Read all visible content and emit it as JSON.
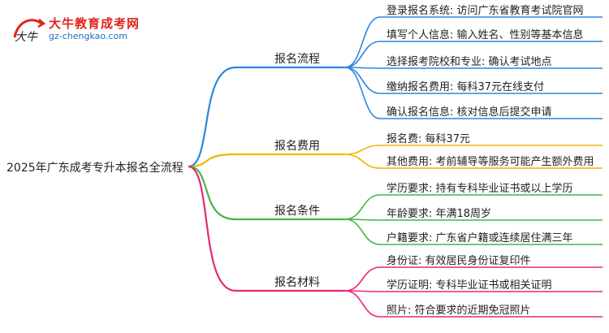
{
  "logo": {
    "title": "大牛教育成考网",
    "url": "gz-chengkao.com",
    "mark_text": "大牛"
  },
  "root": "2025年广东成考专升本报名全流程",
  "branches": [
    {
      "label": "报名流程",
      "color": "#2e86de",
      "leaves": [
        "登录报名系统: 访问广东省教育考试院官网",
        "填写个人信息: 输入姓名、性别等基本信息",
        "选择报考院校和专业: 确认考试地点",
        "缴纳报名费用: 每科37元在线支付",
        "确认报名信息: 核对信息后提交申请"
      ]
    },
    {
      "label": "报名费用",
      "color": "#f4b400",
      "leaves": [
        "报名费: 每科37元",
        "其他费用: 考前辅导等服务可能产生额外费用"
      ]
    },
    {
      "label": "报名条件",
      "color": "#43b649",
      "leaves": [
        "学历要求: 持有专科毕业证书或以上学历",
        "年龄要求: 年满18周岁",
        "户籍要求: 广东省户籍或连续居住满三年"
      ]
    },
    {
      "label": "报名材料",
      "color": "#e8277a",
      "leaves": [
        "身份证: 有效居民身份证复印件",
        "学历证明: 专科毕业证书或相关证明",
        "照片: 符合要求的近期免冠照片"
      ]
    }
  ]
}
